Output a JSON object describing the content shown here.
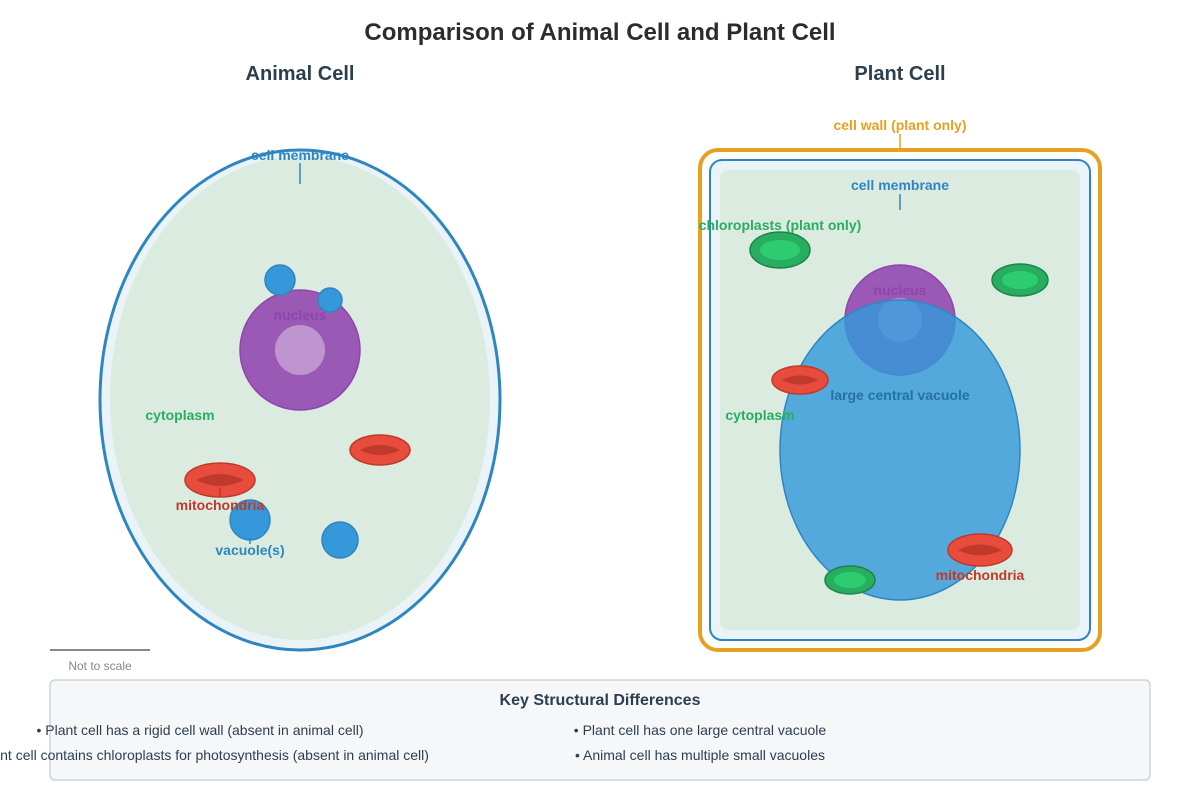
{
  "title": "Comparison of Animal Cell and Plant Cell",
  "animal": {
    "heading": "Animal Cell",
    "labels": {
      "membrane": "cell membrane",
      "nucleus": "nucleus",
      "cytoplasm": "cytoplasm",
      "mitochondria": "mitochondria",
      "vacuoles": "vacuole(s)"
    }
  },
  "plant": {
    "heading": "Plant Cell",
    "labels": {
      "wall": "cell wall (plant only)",
      "membrane": "cell membrane",
      "chloroplasts": "chloroplasts (plant only)",
      "nucleus": "nucleus",
      "vacuole": "large central vacuole",
      "cytoplasm": "cytoplasm",
      "mitochondria": "mitochondria"
    }
  },
  "scale_note": "Not to scale",
  "key": {
    "title": "Key Structural Differences",
    "items": [
      "• Plant cell has a rigid cell wall (absent in animal cell)",
      "• Plant cell has one large central vacuole",
      "• Plant cell contains chloroplasts for photosynthesis (absent in animal cell)",
      "• Animal cell has multiple small vacuoles"
    ]
  },
  "colors": {
    "membrane": "#2e86c1",
    "cytoplasm": "#dcebe0",
    "nucleus": "#9b59b6",
    "mitochondria": "#e74c3c",
    "vacuole": "#3498db",
    "chloroplast": "#27ae60",
    "cell_wall": "#e8a020"
  }
}
